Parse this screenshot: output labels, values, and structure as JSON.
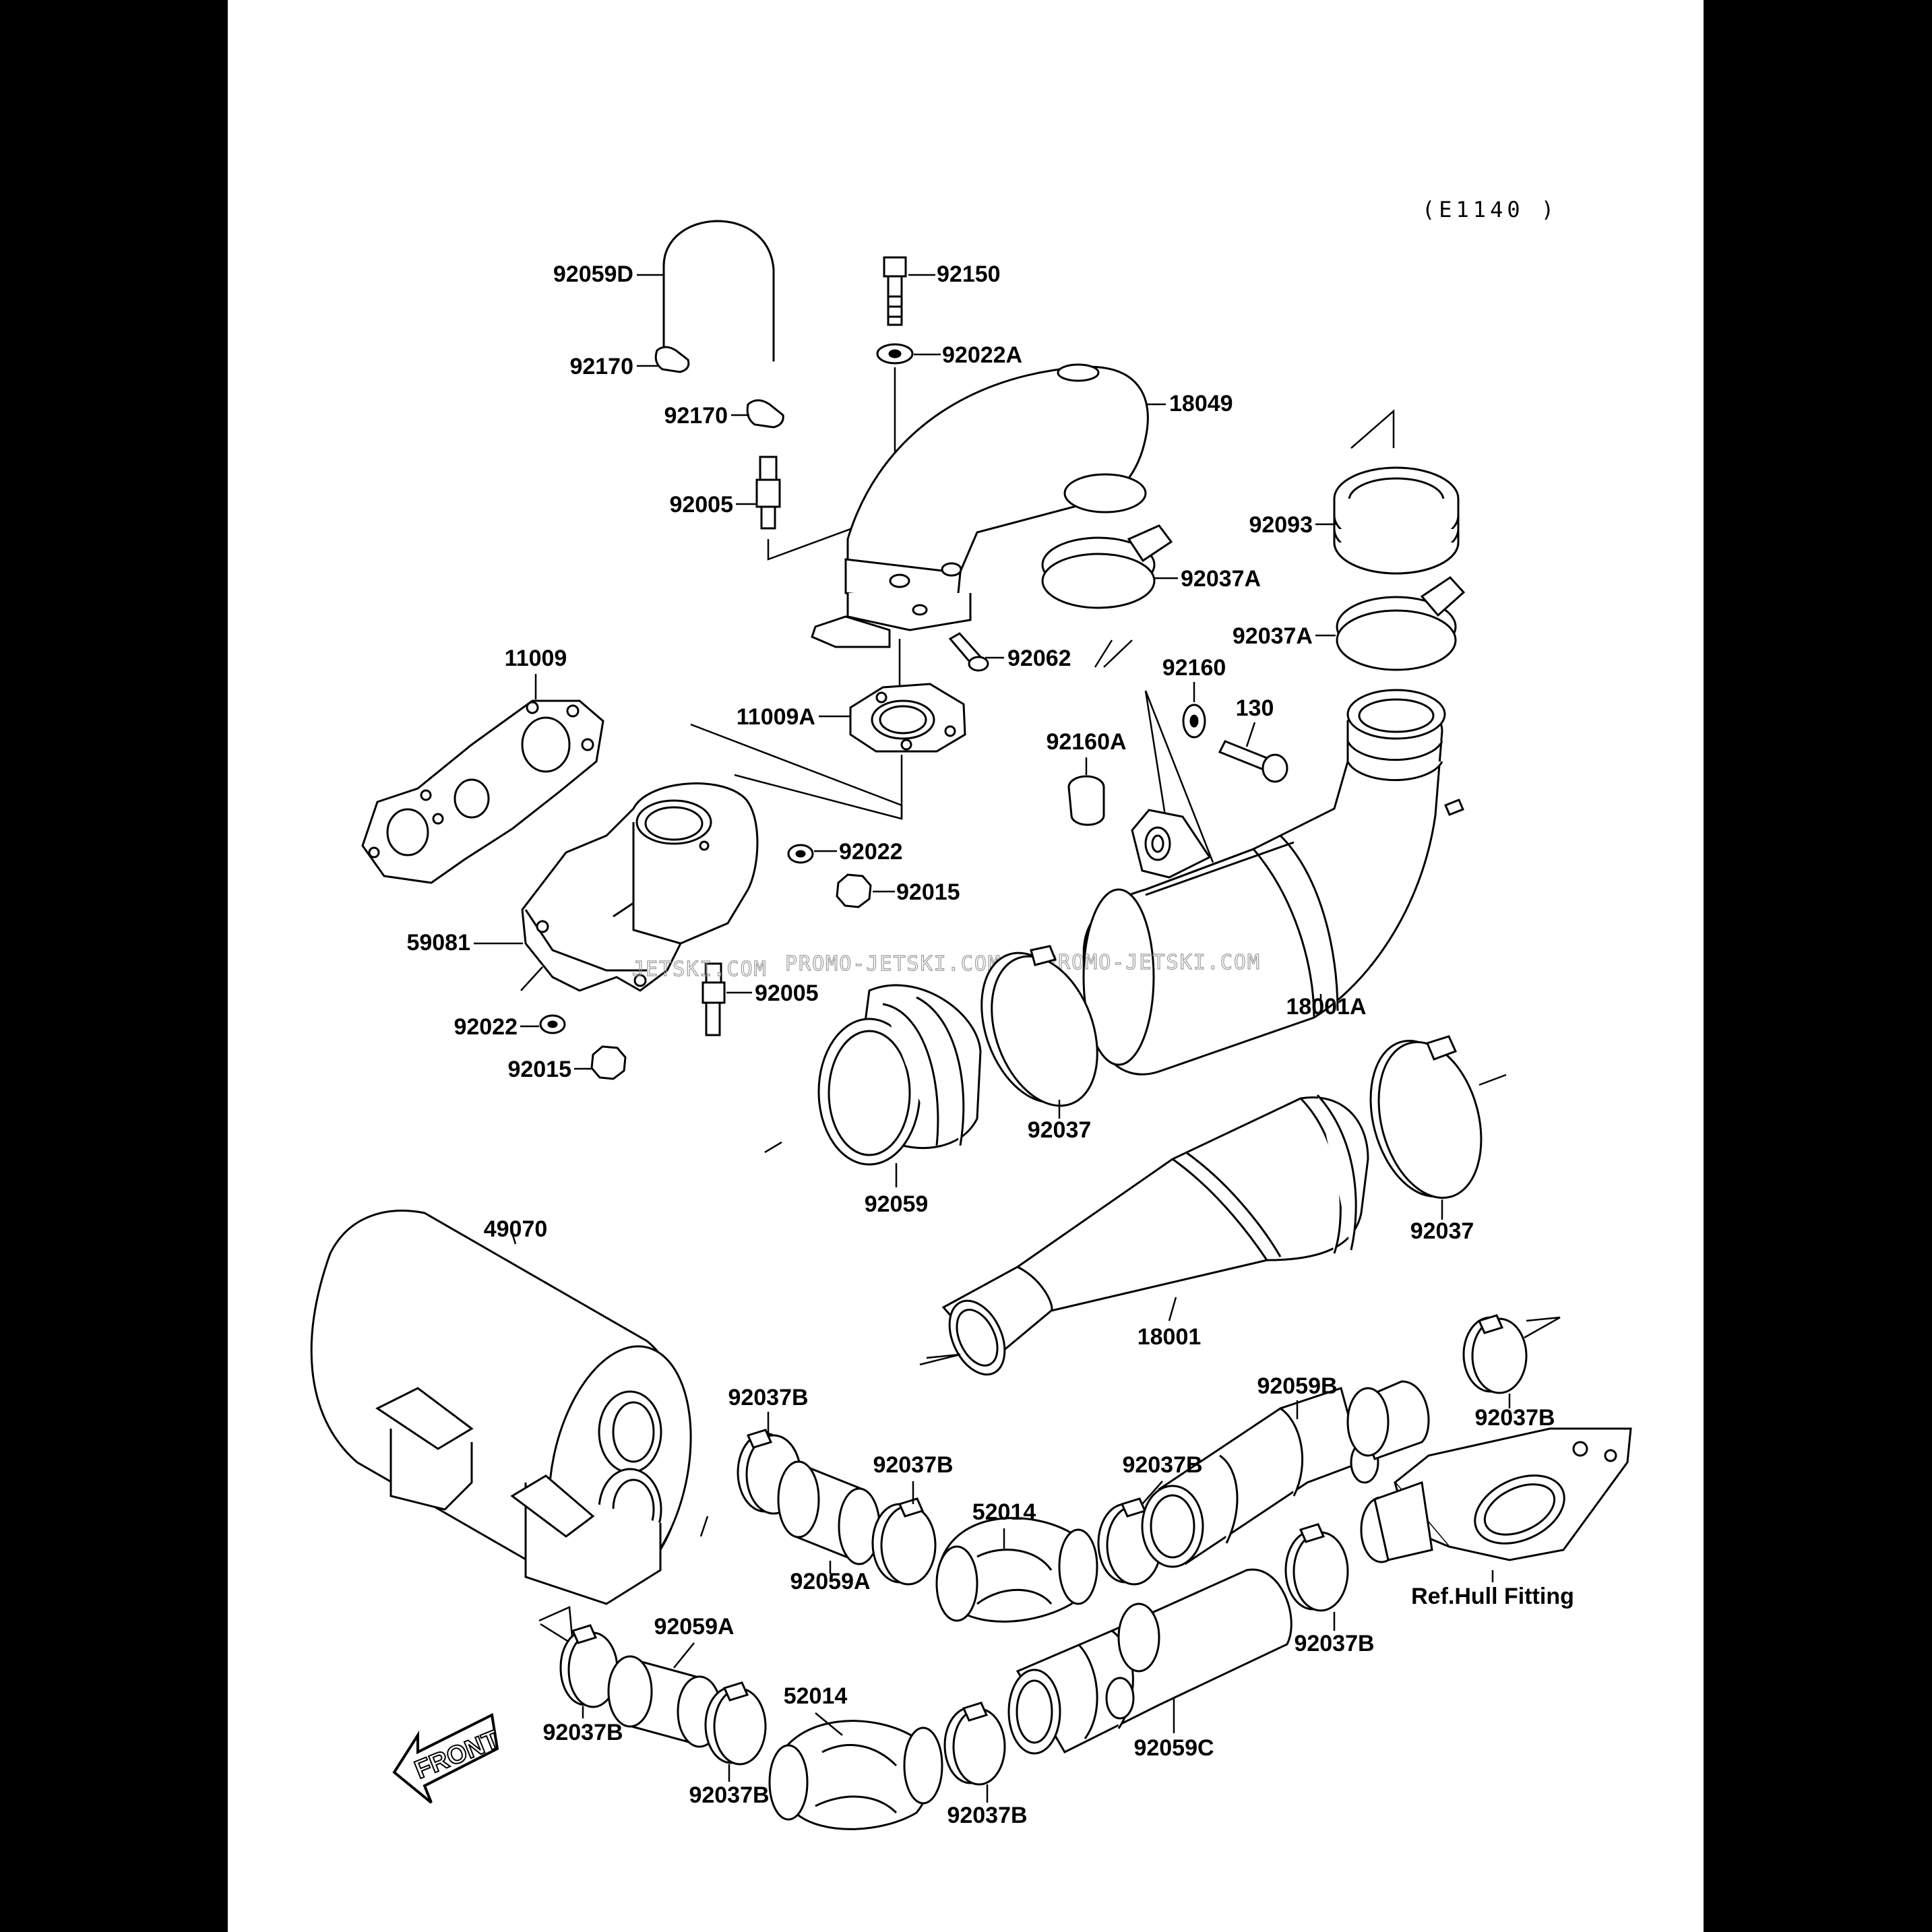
{
  "diagram_code": "(E1140 )",
  "watermarks": [
    "JETSKI.COM",
    "PROMO-JETSKI.COM",
    "PROMO-JETSKI.COM"
  ],
  "direction_label": "FRONT",
  "reference_note": "Ref.Hull Fitting",
  "part_labels": [
    "92059D",
    "92150",
    "92170",
    "92022A",
    "92170",
    "18049",
    "92005",
    "92093",
    "92037A",
    "92037A",
    "92062",
    "92160",
    "11009",
    "11009A",
    "130",
    "92160A",
    "92022",
    "92015",
    "59081",
    "92005",
    "18001A",
    "92022",
    "92015",
    "92037",
    "92059",
    "92037",
    "49070",
    "18001",
    "92037B",
    "92059B",
    "92037B",
    "92037B",
    "92037B",
    "52014",
    "92059A",
    "Ref.Hull Fitting",
    "92059A",
    "92037B",
    "52014",
    "92037B",
    "92037B",
    "92059C",
    "92037B"
  ],
  "colors": {
    "background": "#000000",
    "sheet": "#ffffff",
    "ink": "#000000",
    "watermark": "#9a9a9a"
  }
}
